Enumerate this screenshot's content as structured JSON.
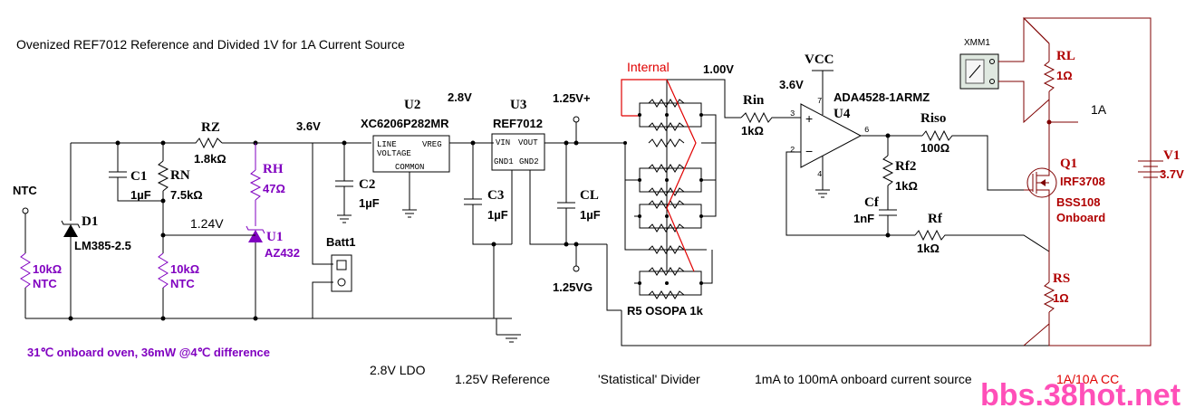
{
  "title": "Ovenized REF7012 Reference and Divided 1V for 1A Current Source",
  "sections": {
    "oven": "31℃ onboard oven, 36mW @4℃ difference",
    "ldo": "2.8V LDO",
    "reference": "1.25V Reference",
    "divider": "'Statistical' Divider",
    "current_source": "1mA to 100mA onboard current source",
    "high_current": "1A/10A CC"
  },
  "watermark": "bbs.38hot.net",
  "nets": {
    "ntc": "NTC",
    "v124": "1.24V",
    "v36a": "3.6V",
    "v28": "2.8V",
    "v125p": "1.25V+",
    "v125g": "1.25VG",
    "v100": "1.00V",
    "v36b": "3.6V",
    "vcc": "VCC",
    "out1a": "1A",
    "internal": "Internal"
  },
  "components": {
    "d1": {
      "ref": "D1",
      "value": "LM385-2.5"
    },
    "ntc1": {
      "ref": "10kΩ",
      "value": "NTC"
    },
    "c1": {
      "ref": "C1",
      "value": "1µF"
    },
    "rn": {
      "ref": "RN",
      "value": "7.5kΩ"
    },
    "ntc2": {
      "ref": "10kΩ",
      "value": "NTC"
    },
    "rz": {
      "ref": "RZ",
      "value": "1.8kΩ"
    },
    "rh": {
      "ref": "RH",
      "value": "47Ω"
    },
    "u1": {
      "ref": "U1",
      "value": "AZ432"
    },
    "batt": {
      "ref": "Batt1"
    },
    "c2": {
      "ref": "C2",
      "value": "1µF"
    },
    "u2": {
      "ref": "U2",
      "part": "XC6206P282MR",
      "pin_line": "LINE",
      "pin_voltage": "VOLTAGE",
      "pin_vreg": "VREG",
      "pin_common": "COMMON"
    },
    "c3": {
      "ref": "C3",
      "value": "1µF"
    },
    "u3": {
      "ref": "U3",
      "part": "REF7012",
      "pin_vin": "VIN",
      "pin_vout": "VOUT",
      "pin_gnd1": "GND1",
      "pin_gnd2": "GND2"
    },
    "cl": {
      "ref": "CL",
      "value": "1µF"
    },
    "r5": {
      "label": "R5 OSOPA 1k"
    },
    "rin": {
      "ref": "Rin",
      "value": "1kΩ"
    },
    "u4": {
      "ref": "U4",
      "part": "ADA4528-1ARMZ",
      "pin3": "3",
      "pin2": "2",
      "pin6": "6",
      "pin7": "7",
      "pin4": "4"
    },
    "riso": {
      "ref": "Riso",
      "value": "100Ω"
    },
    "rf2": {
      "ref": "Rf2",
      "value": "1kΩ"
    },
    "cf": {
      "ref": "Cf",
      "value": "1nF"
    },
    "rf": {
      "ref": "Rf",
      "value": "1kΩ"
    },
    "xmm": {
      "ref": "XMM1"
    },
    "rl": {
      "ref": "RL",
      "value": "1Ω"
    },
    "q1": {
      "ref": "Q1",
      "part": "IRF3708",
      "alt": "BSS108",
      "note": "Onboard"
    },
    "rs": {
      "ref": "RS",
      "value": "1Ω"
    },
    "v1": {
      "ref": "V1",
      "value": "3.7V"
    }
  }
}
